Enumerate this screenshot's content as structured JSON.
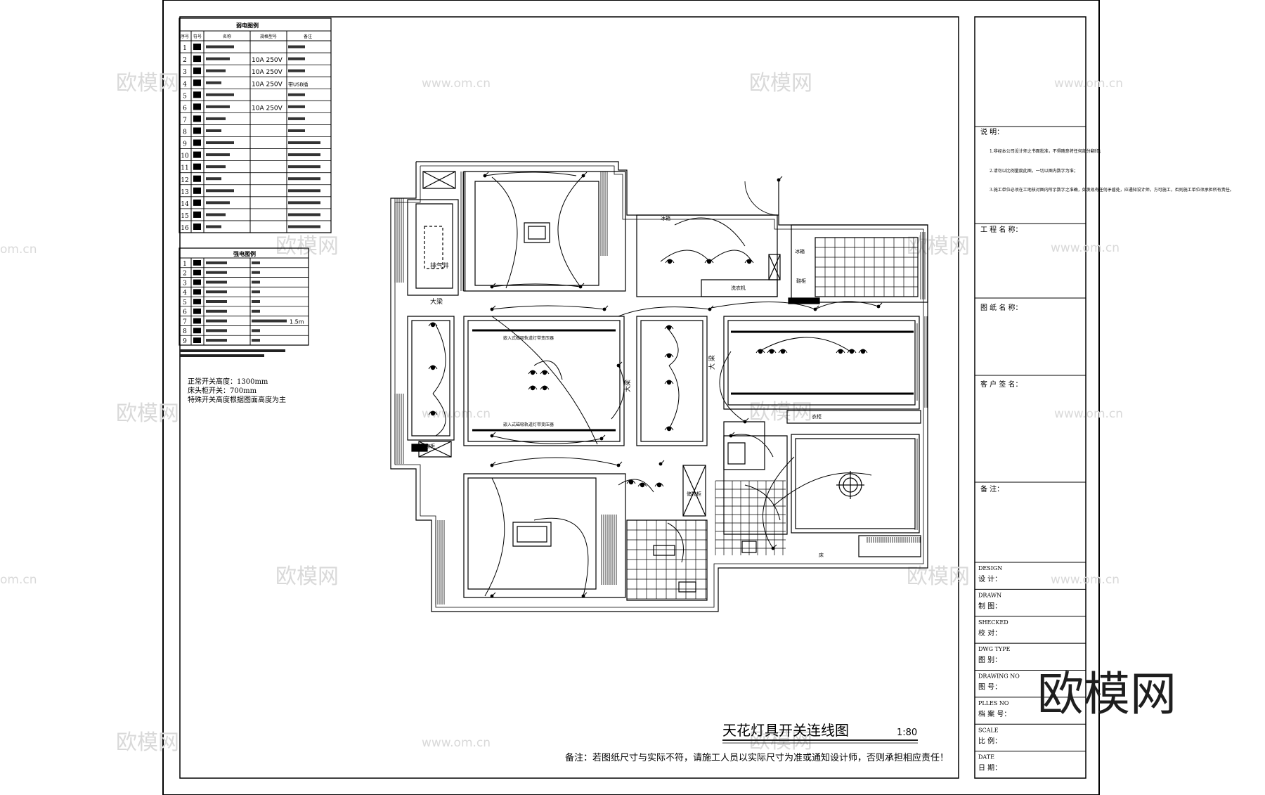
{
  "drawing": {
    "title": "天花灯具开关连线图",
    "scale": "1:80",
    "footnote": "备注：若图纸尺寸与实际不符，请施工人员以实际尺寸为准或通知设计师，否则承担相应责任！",
    "height_notes": [
      "正常开关高度：1300mm",
      "床头柜开关：700mm",
      "特殊开关高度根据图面高度为主"
    ]
  },
  "legend_top": {
    "title": "弱电图例",
    "header": [
      "序号",
      "符号",
      "名称",
      "规格型号",
      "备注"
    ],
    "rows": [
      [
        "1",
        "",
        "",
        "",
        ""
      ],
      [
        "2",
        "",
        "",
        "10A 250V",
        ""
      ],
      [
        "3",
        "",
        "",
        "10A 250V",
        ""
      ],
      [
        "4",
        "",
        "",
        "10A 250V",
        "带USB插"
      ],
      [
        "5",
        "",
        "",
        "",
        ""
      ],
      [
        "6",
        "",
        "",
        "10A 250V",
        ""
      ],
      [
        "7",
        "",
        "",
        "",
        ""
      ],
      [
        "8",
        "",
        "",
        "",
        ""
      ],
      [
        "9",
        "",
        "",
        "",
        ""
      ],
      [
        "10",
        "",
        "",
        "",
        ""
      ],
      [
        "11",
        "",
        "",
        "",
        ""
      ],
      [
        "12",
        "",
        "",
        "",
        ""
      ],
      [
        "13",
        "",
        "",
        "",
        ""
      ],
      [
        "14",
        "",
        "",
        "",
        ""
      ],
      [
        "15",
        "",
        "",
        "",
        ""
      ],
      [
        "16",
        "",
        "",
        "",
        ""
      ]
    ]
  },
  "legend_bottom": {
    "title": "强电图例",
    "rows": [
      [
        "1",
        ""
      ],
      [
        "2",
        ""
      ],
      [
        "3",
        ""
      ],
      [
        "4",
        ""
      ],
      [
        "5",
        ""
      ],
      [
        "6",
        ""
      ],
      [
        "7",
        "1.5m"
      ],
      [
        "8",
        ""
      ],
      [
        "9",
        ""
      ]
    ]
  },
  "plan_labels": {
    "beam": "大梁",
    "beam_side": "大 梁",
    "light_strip_1": "嵌入式磁吸轨道灯带变压器",
    "light_strip_2": "嵌入式磁吸轨道灯带变压器",
    "shaft": "排气井",
    "cabinet": "储物柜",
    "fridge": "冰箱",
    "washer": "洗衣机",
    "wardrobe": "衣柜",
    "fridge2": "冰箱",
    "shoe": "鞋柜",
    "bed": "床",
    "bathroom": "卫",
    "storage": "储物柜"
  },
  "title_block": {
    "notes_label": "说 明：",
    "notes": [
      "1.非经本公司设计师之书面批准，不得随意将任何部分翻印；",
      "2.请勿以比例量度此图，一切以图内数字为准；",
      "3.施工单位必须在工地核对图内所示数字之准确，如发现有任何矛盾处，应通知设计师，方可施工，否则施工单位须承担所有责任。"
    ],
    "project_label": "工 程 名 称：",
    "drawing_name_label": "图 纸 名 称：",
    "client_label": "客 户 签 名：",
    "remark_label": "备 注：",
    "fields": [
      {
        "en": "DESIGN",
        "cn": "设 计："
      },
      {
        "en": "DRAWN",
        "cn": "制 图："
      },
      {
        "en": "SHECKED",
        "cn": "校 对："
      },
      {
        "en": "DWG TYPE",
        "cn": "图 别："
      },
      {
        "en": "DRAWING NO",
        "cn": "图 号："
      },
      {
        "en": "PLLES NO",
        "cn": "档 案 号："
      },
      {
        "en": "SCALE",
        "cn": "比 例："
      },
      {
        "en": "DATE",
        "cn": "日 期："
      }
    ]
  },
  "watermark": {
    "brand": "欧模网",
    "url": "www.om.cn",
    "url_partial": "om.cn"
  }
}
